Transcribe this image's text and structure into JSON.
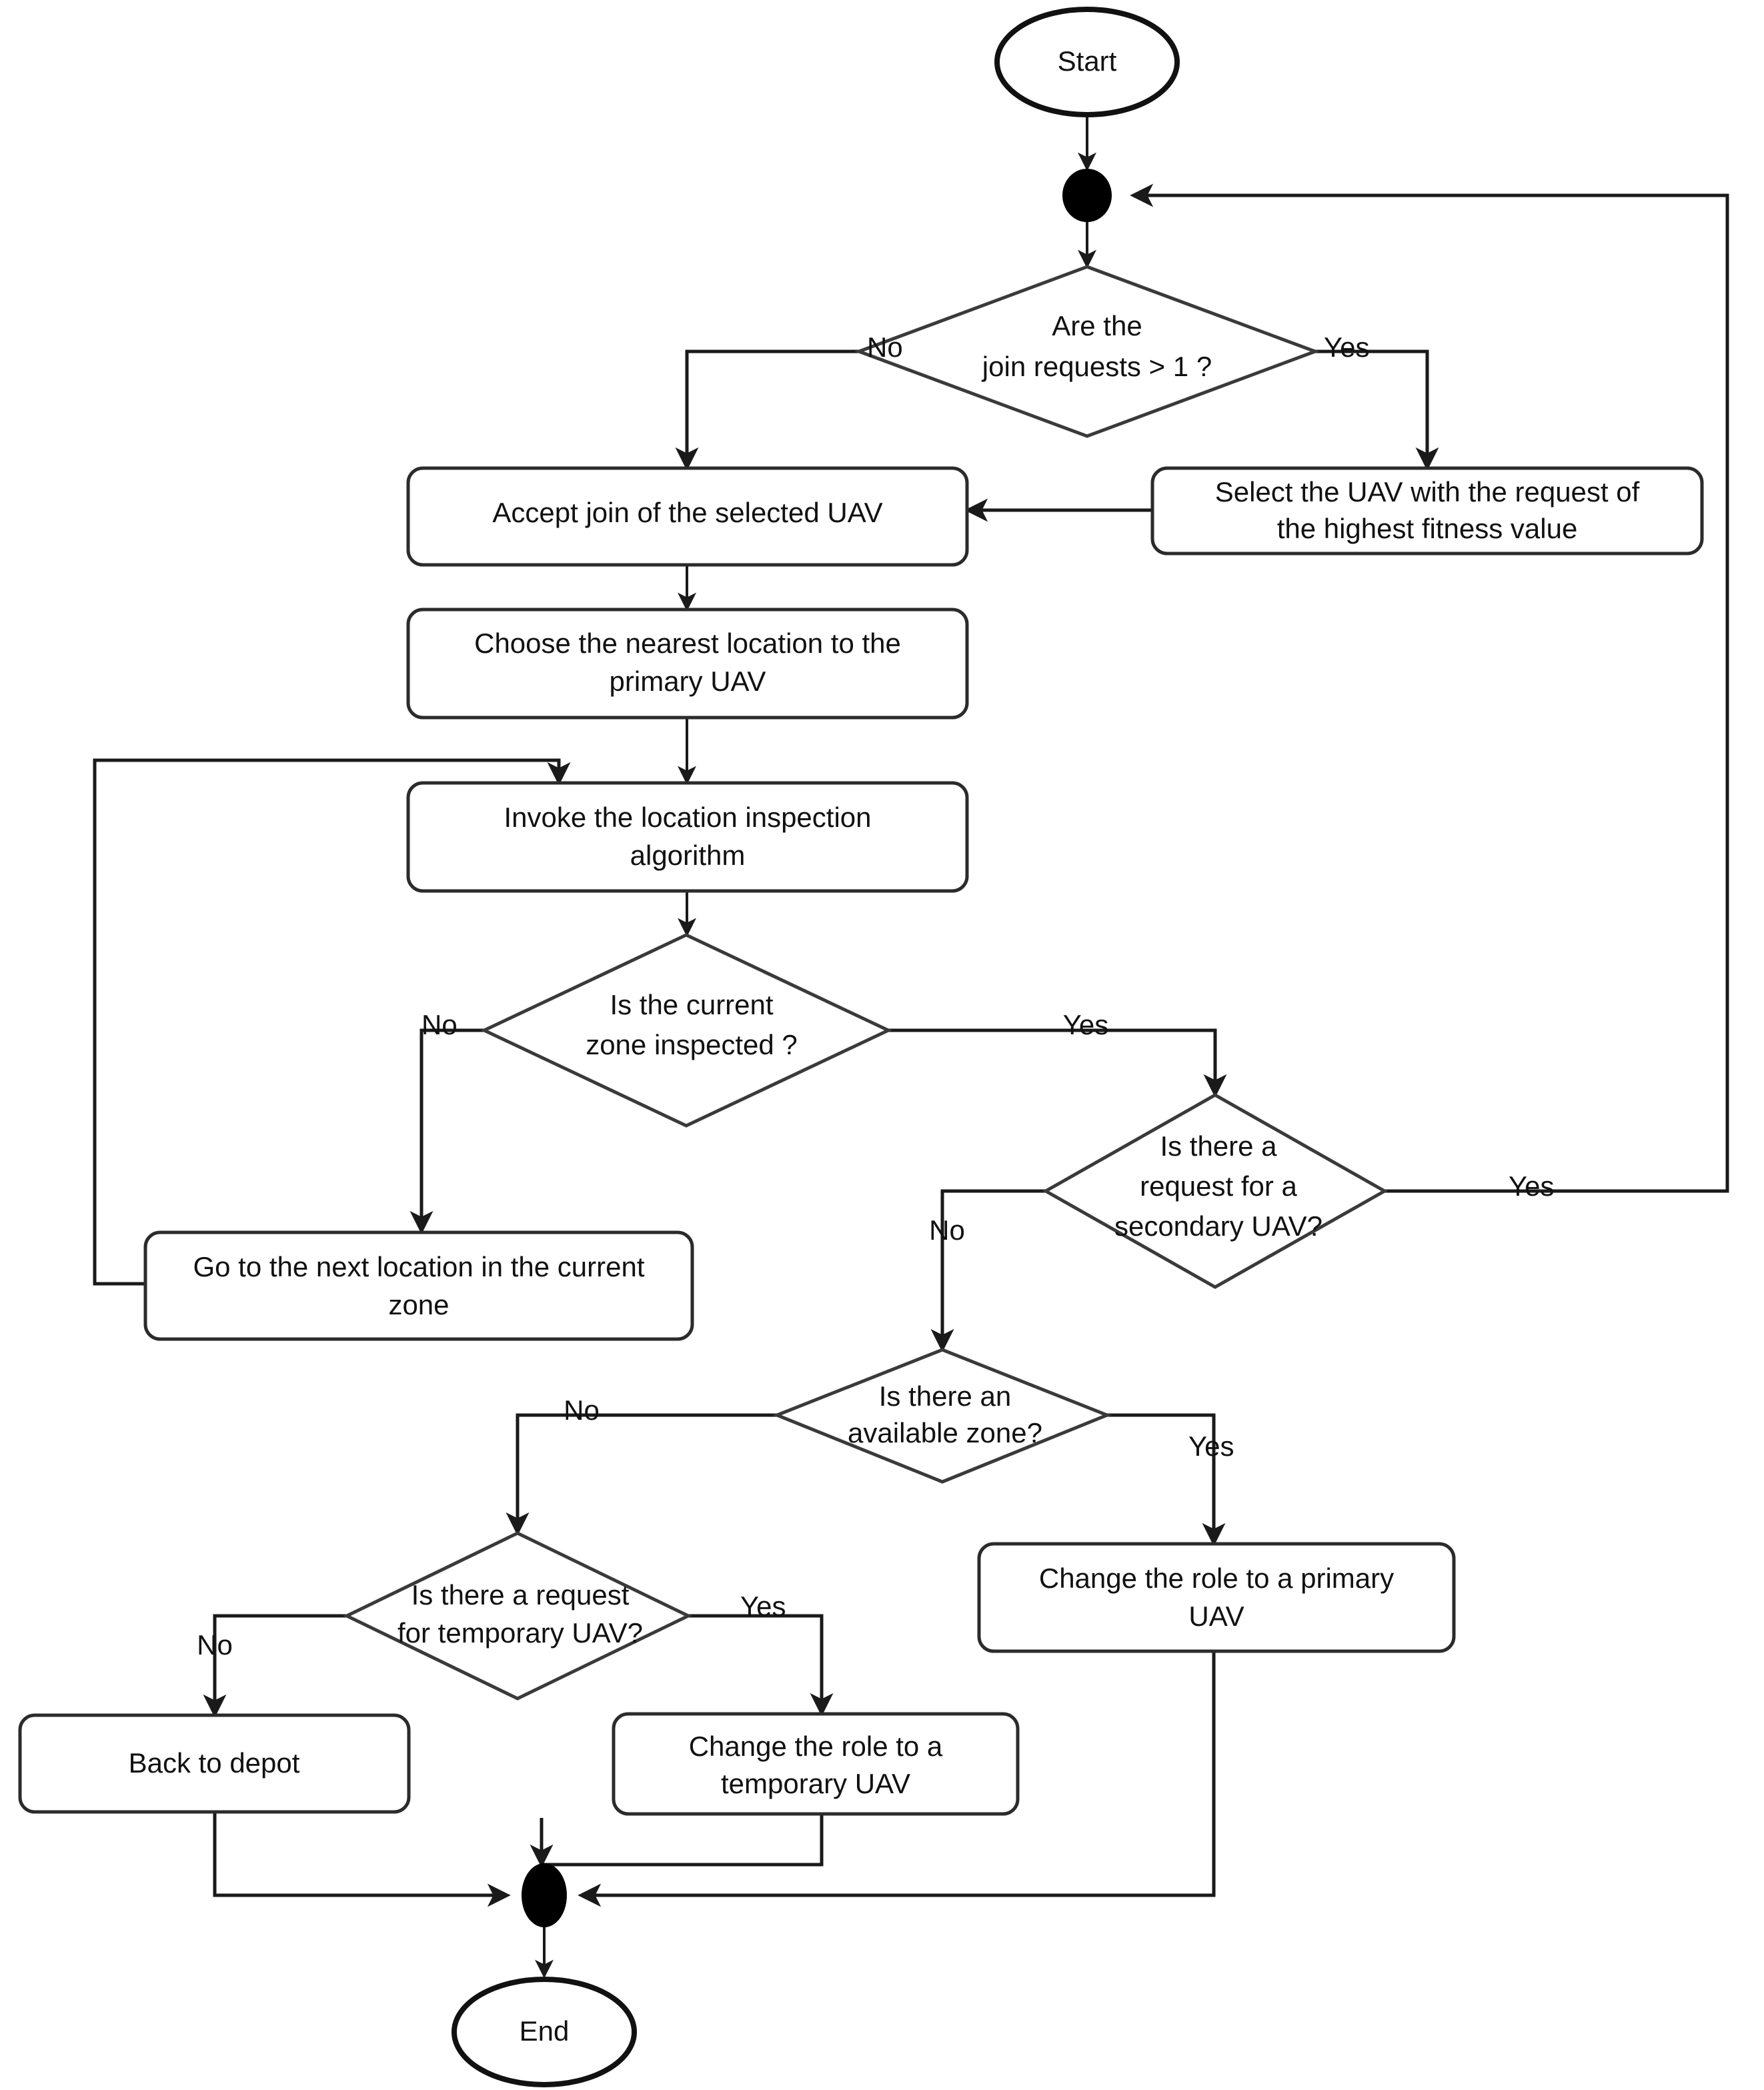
{
  "diagram": {
    "type": "flowchart",
    "title": "UAV join / zone inspection role-assignment flowchart",
    "nodes": [
      {
        "id": "start",
        "shape": "terminal",
        "label": "Start"
      },
      {
        "id": "merge_top",
        "shape": "merge-dot",
        "label": ""
      },
      {
        "id": "d_join",
        "shape": "decision",
        "line1": "Are the",
        "line2": "join requests > 1 ?"
      },
      {
        "id": "select_uav",
        "shape": "process",
        "line1": "Select the UAV with the request of",
        "line2": "the highest fitness value"
      },
      {
        "id": "accept_join",
        "shape": "process",
        "line1": "Accept join of the selected UAV",
        "line2": ""
      },
      {
        "id": "choose_nearest",
        "shape": "process",
        "line1": "Choose the nearest location to the",
        "line2": "primary UAV"
      },
      {
        "id": "invoke_algo",
        "shape": "process",
        "line1": "Invoke the location inspection",
        "line2": "algorithm"
      },
      {
        "id": "d_zone_insp",
        "shape": "decision",
        "line1": "Is the current",
        "line2": "zone inspected ?"
      },
      {
        "id": "next_location",
        "shape": "process",
        "line1": "Go to the next location in the current",
        "line2": "zone"
      },
      {
        "id": "d_secondary",
        "shape": "decision",
        "line1": "Is there a",
        "line2": "request for a",
        "line3": "secondary UAV?"
      },
      {
        "id": "d_avail_zone",
        "shape": "decision",
        "line1": "Is there an",
        "line2": "available zone?"
      },
      {
        "id": "d_temp",
        "shape": "decision",
        "line1": "Is there a request",
        "line2": "for temporary UAV?"
      },
      {
        "id": "role_primary",
        "shape": "process",
        "line1": "Change the role to a primary",
        "line2": "UAV"
      },
      {
        "id": "role_temp",
        "shape": "process",
        "line1": "Change the role to a",
        "line2": "temporary UAV"
      },
      {
        "id": "back_depot",
        "shape": "process",
        "line1": "Back to depot",
        "line2": ""
      },
      {
        "id": "merge_bottom",
        "shape": "merge-dot",
        "label": ""
      },
      {
        "id": "end",
        "shape": "terminal",
        "label": "End"
      }
    ],
    "edges": [
      {
        "from": "start",
        "to": "merge_top",
        "label": ""
      },
      {
        "from": "merge_top",
        "to": "d_join",
        "label": ""
      },
      {
        "from": "d_join",
        "to": "accept_join",
        "label": "No"
      },
      {
        "from": "d_join",
        "to": "select_uav",
        "label": "Yes"
      },
      {
        "from": "select_uav",
        "to": "accept_join",
        "label": ""
      },
      {
        "from": "accept_join",
        "to": "choose_nearest",
        "label": ""
      },
      {
        "from": "choose_nearest",
        "to": "invoke_algo",
        "label": ""
      },
      {
        "from": "invoke_algo",
        "to": "d_zone_insp",
        "label": ""
      },
      {
        "from": "d_zone_insp",
        "to": "next_location",
        "label": "No"
      },
      {
        "from": "d_zone_insp",
        "to": "d_secondary",
        "label": "Yes"
      },
      {
        "from": "next_location",
        "to": "invoke_algo",
        "label": ""
      },
      {
        "from": "d_secondary",
        "to": "merge_top",
        "label": "Yes"
      },
      {
        "from": "d_secondary",
        "to": "d_avail_zone",
        "label": "No"
      },
      {
        "from": "d_avail_zone",
        "to": "d_temp",
        "label": "No"
      },
      {
        "from": "d_avail_zone",
        "to": "role_primary",
        "label": "Yes"
      },
      {
        "from": "d_temp",
        "to": "back_depot",
        "label": "No"
      },
      {
        "from": "d_temp",
        "to": "role_temp",
        "label": "Yes"
      },
      {
        "from": "role_primary",
        "to": "merge_bottom",
        "label": ""
      },
      {
        "from": "role_temp",
        "to": "merge_bottom",
        "label": ""
      },
      {
        "from": "back_depot",
        "to": "merge_bottom",
        "label": ""
      },
      {
        "from": "merge_bottom",
        "to": "end",
        "label": ""
      }
    ],
    "edge_labels": {
      "join_no": "No",
      "join_yes": "Yes",
      "zone_no": "No",
      "zone_yes": "Yes",
      "secondary_no": "No",
      "secondary_yes": "Yes",
      "avail_no": "No",
      "avail_yes": "Yes",
      "temp_no": "No",
      "temp_yes": "Yes"
    },
    "colors": {
      "background": "#ffffff",
      "stroke": "#1a1a1a",
      "node_fill": "#ffffff",
      "dot_fill": "#000000",
      "text": "#111111"
    }
  }
}
